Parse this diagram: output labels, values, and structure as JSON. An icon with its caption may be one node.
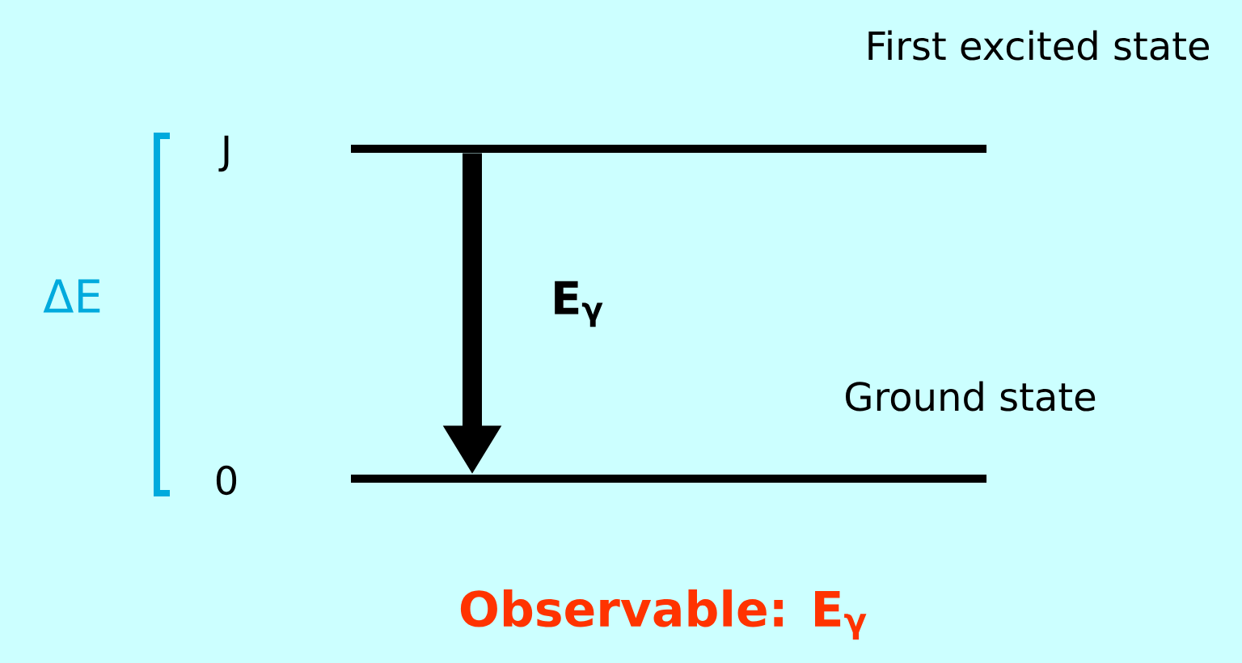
{
  "diagram": {
    "nodes": [
      {
        "text": [],
        "shape": "bar",
        "beside": [
          "J",
          "First excited state"
        ]
      },
      {
        "text": [],
        "shape": "bar",
        "beside": [
          "0",
          "Ground state"
        ]
      }
    ],
    "edges": [
      {
        "from": 0,
        "to": 1,
        "arrow": "to",
        "label": "E$_{γ}$"
      }
    ],
    "labels": [
      "ΔE",
      "Observable: E$_{γ}$"
    ]
  }
}
